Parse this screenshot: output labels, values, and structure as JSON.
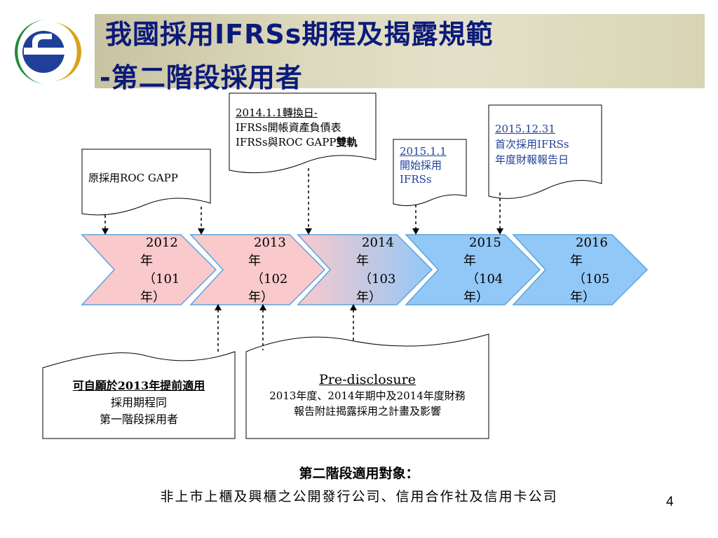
{
  "title": {
    "line1": "我國採用IFRSs期程及揭露規範",
    "line2": "-第二階段採用者"
  },
  "timeline": [
    {
      "year": "2012",
      "suffix": "年",
      "roc": "（101",
      "roc_end": "年）",
      "color": "#f9c9cc"
    },
    {
      "year": "2013",
      "suffix": "年",
      "roc": "（102",
      "roc_end": "年）",
      "color": "#f9c9cc"
    },
    {
      "year": "2014",
      "suffix": "年",
      "roc": "（103",
      "roc_end": "年）",
      "color": "gradient"
    },
    {
      "year": "2015",
      "suffix": "年",
      "roc": "（104",
      "roc_end": "年）",
      "color": "#92c8f7"
    },
    {
      "year": "2016",
      "suffix": "年",
      "roc": "（105",
      "roc_end": "年）",
      "color": "#92c8f7"
    }
  ],
  "callouts": {
    "original": {
      "line1": "原採用ROC GAPP"
    },
    "transition": {
      "line1": "2014.1.1轉換日-",
      "line2": "IFRSs開帳資產負債表",
      "line3": "IFRSs與ROC GAPP",
      "line3_bold": "雙軌"
    },
    "adoption": {
      "line1": "2015.1.1",
      "line2": "開始採用",
      "line3": "IFRSs"
    },
    "first_report": {
      "line1": "2015.12.31",
      "line2": "首次採用IFRSs",
      "line3": "年度財報報告日"
    },
    "early": {
      "line1": "可自願於2013年提前適用",
      "line2": "採用期程同",
      "line3": "第一階段採用者"
    },
    "predisclosure": {
      "line1": "Pre-disclosure",
      "line2": "2013年度、2014年期中及2014年度財務",
      "line3": "報告附註揭露採用之計畫及影響"
    }
  },
  "footer": {
    "line1": "第二階段適用對象：",
    "line2": "非上市上櫃及興櫃之公開發行公司、信用合作社及信用卡公司"
  },
  "page_number": "4",
  "colors": {
    "title": "#0b1a7a",
    "pink": "#f9c9cc",
    "blue": "#92c8f7",
    "chevron_border": "#5aa3de",
    "date_blue": "#1f3f99"
  }
}
